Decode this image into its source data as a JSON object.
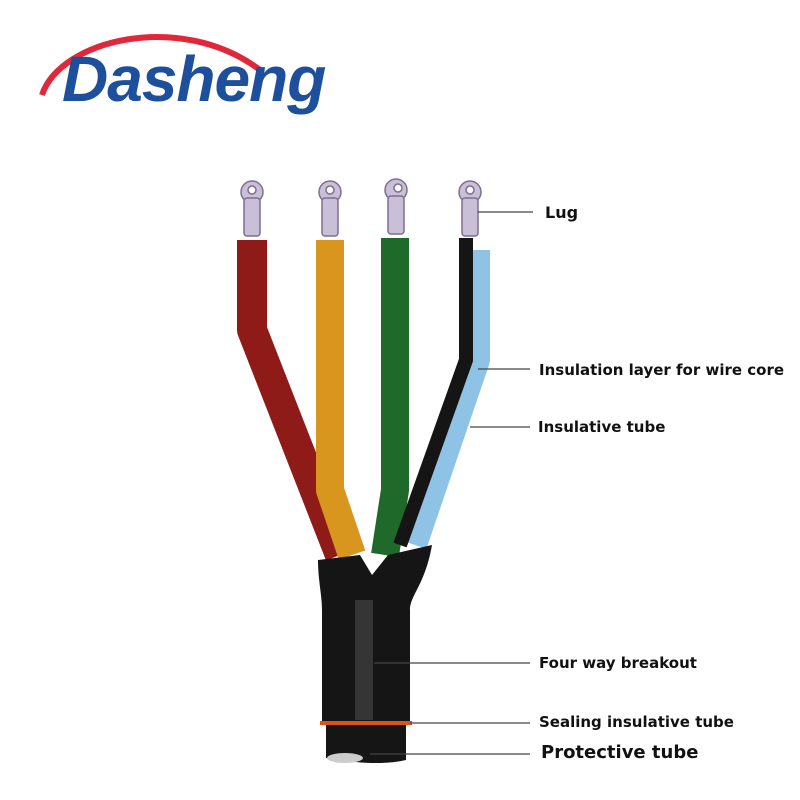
{
  "logo": {
    "text": "Dasheng",
    "colors": {
      "text": "#1d4f9c",
      "arc": "#e0283a"
    }
  },
  "labels": {
    "lug": "Lug",
    "insulation_layer": "Insulation layer for wire core",
    "insulative_tube": "Insulative tube",
    "breakout": "Four way breakout",
    "sealing": "Sealing insulative tube",
    "protective": "Protective tube"
  },
  "colors": {
    "red": "#8e1b17",
    "orange": "#d9961f",
    "green": "#1f6a2a",
    "black": "#151515",
    "blue": "#8fc3e6",
    "seal": "#d9531a"
  }
}
